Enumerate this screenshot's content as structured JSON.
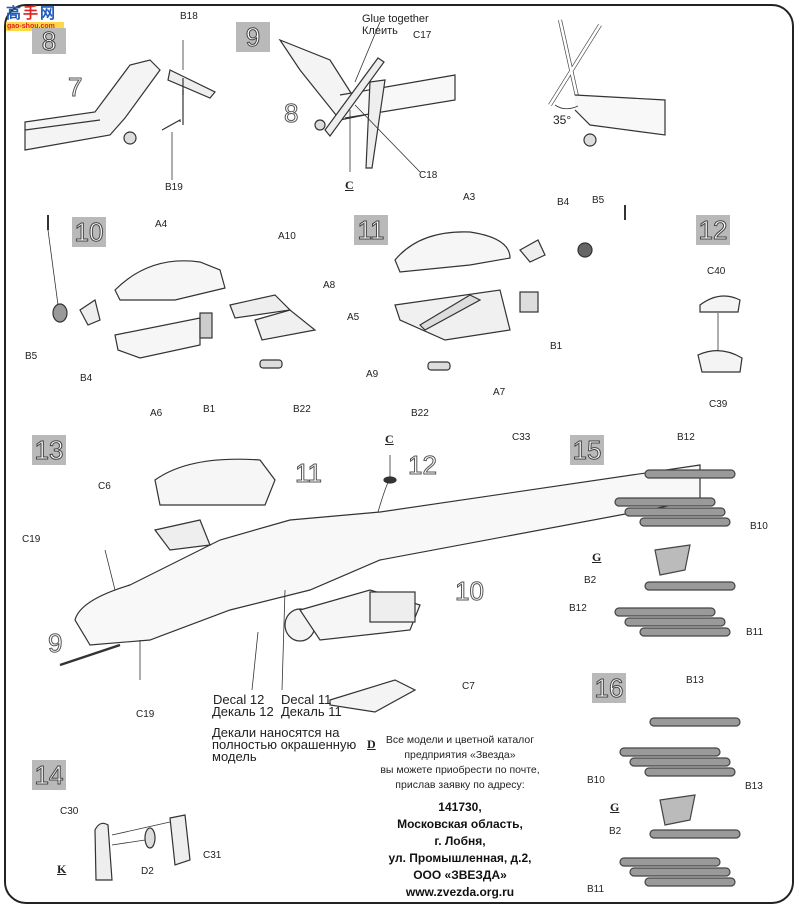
{
  "watermark": {
    "chars": [
      "高",
      "手",
      "网"
    ],
    "domain": "gao-shou.com"
  },
  "steps": {
    "s8": "8",
    "s9": "9",
    "s10": "10",
    "s11": "11",
    "s12": "12",
    "s13": "13",
    "s14": "14",
    "s15": "15",
    "s16": "16"
  },
  "refs": {
    "step8_ref7": "7",
    "step9_ref8": "8",
    "step13_ref11": "11",
    "step13_ref12": "12",
    "step13_ref10": "10",
    "step13_ref9": "9"
  },
  "step8": {
    "parts": [
      "B18",
      "B19"
    ]
  },
  "step9": {
    "note_en": "Glue together",
    "note_ru": "Клеить",
    "parts": [
      "C17",
      "C18"
    ],
    "sprue": "C"
  },
  "step9b": {
    "angle": "35°"
  },
  "step10": {
    "parts": [
      "A4",
      "A10",
      "A8",
      "B5",
      "B4",
      "A6",
      "B1",
      "B22"
    ]
  },
  "step11": {
    "parts": [
      "A3",
      "B4",
      "B5",
      "A5",
      "B1",
      "A9",
      "A7",
      "B22"
    ]
  },
  "step12": {
    "parts": [
      "C40",
      "C39"
    ]
  },
  "step13": {
    "parts": [
      "C6",
      "C19",
      "C33",
      "C19",
      "C7"
    ],
    "sprues": [
      "C",
      "D"
    ],
    "decal_en_1": "Decal 12",
    "decal_en_2": "Decal 11",
    "decal_ru_1": "Декаль 12",
    "decal_ru_2": "Декаль 11",
    "decal_note": [
      "Декали наносятся на",
      "полностью окрашенную",
      "модель"
    ]
  },
  "step14": {
    "parts": [
      "C30",
      "D2",
      "C31"
    ],
    "sprue": "K"
  },
  "step15": {
    "parts": [
      "B12",
      "B10",
      "B2",
      "B12",
      "B11"
    ],
    "sprue": "G"
  },
  "step16": {
    "parts": [
      "B13",
      "B10",
      "B13",
      "B2",
      "B11"
    ],
    "sprue": "G"
  },
  "info": {
    "lines": [
      "Все модели и цветной каталог",
      "предприятия «Звезда»",
      "вы можете приобрести по почте,",
      "прислав заявку по адресу:"
    ]
  },
  "address": {
    "lines": [
      "141730,",
      "Московская область,",
      "г. Лобня,",
      "ул. Промышленная, д.2,",
      "ООО «ЗВЕЗДА»",
      "www.zvezda.org.ru"
    ]
  }
}
